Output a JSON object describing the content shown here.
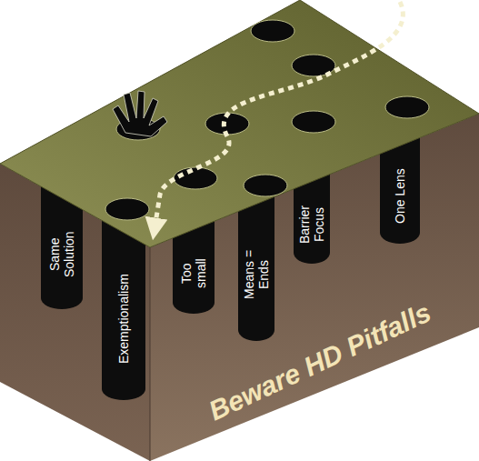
{
  "diagram": {
    "title": "Beware HD Pitfalls",
    "nodes": [
      {
        "text": [
          "Same Solution"
        ]
      },
      {
        "text": [
          "Exemptionalism"
        ]
      },
      {
        "text": [
          "Too small"
        ]
      },
      {
        "text": [
          "Means = Ends"
        ]
      },
      {
        "text": [
          "Barrier Focus"
        ]
      },
      {
        "text": [
          "One Lens"
        ]
      }
    ]
  }
}
